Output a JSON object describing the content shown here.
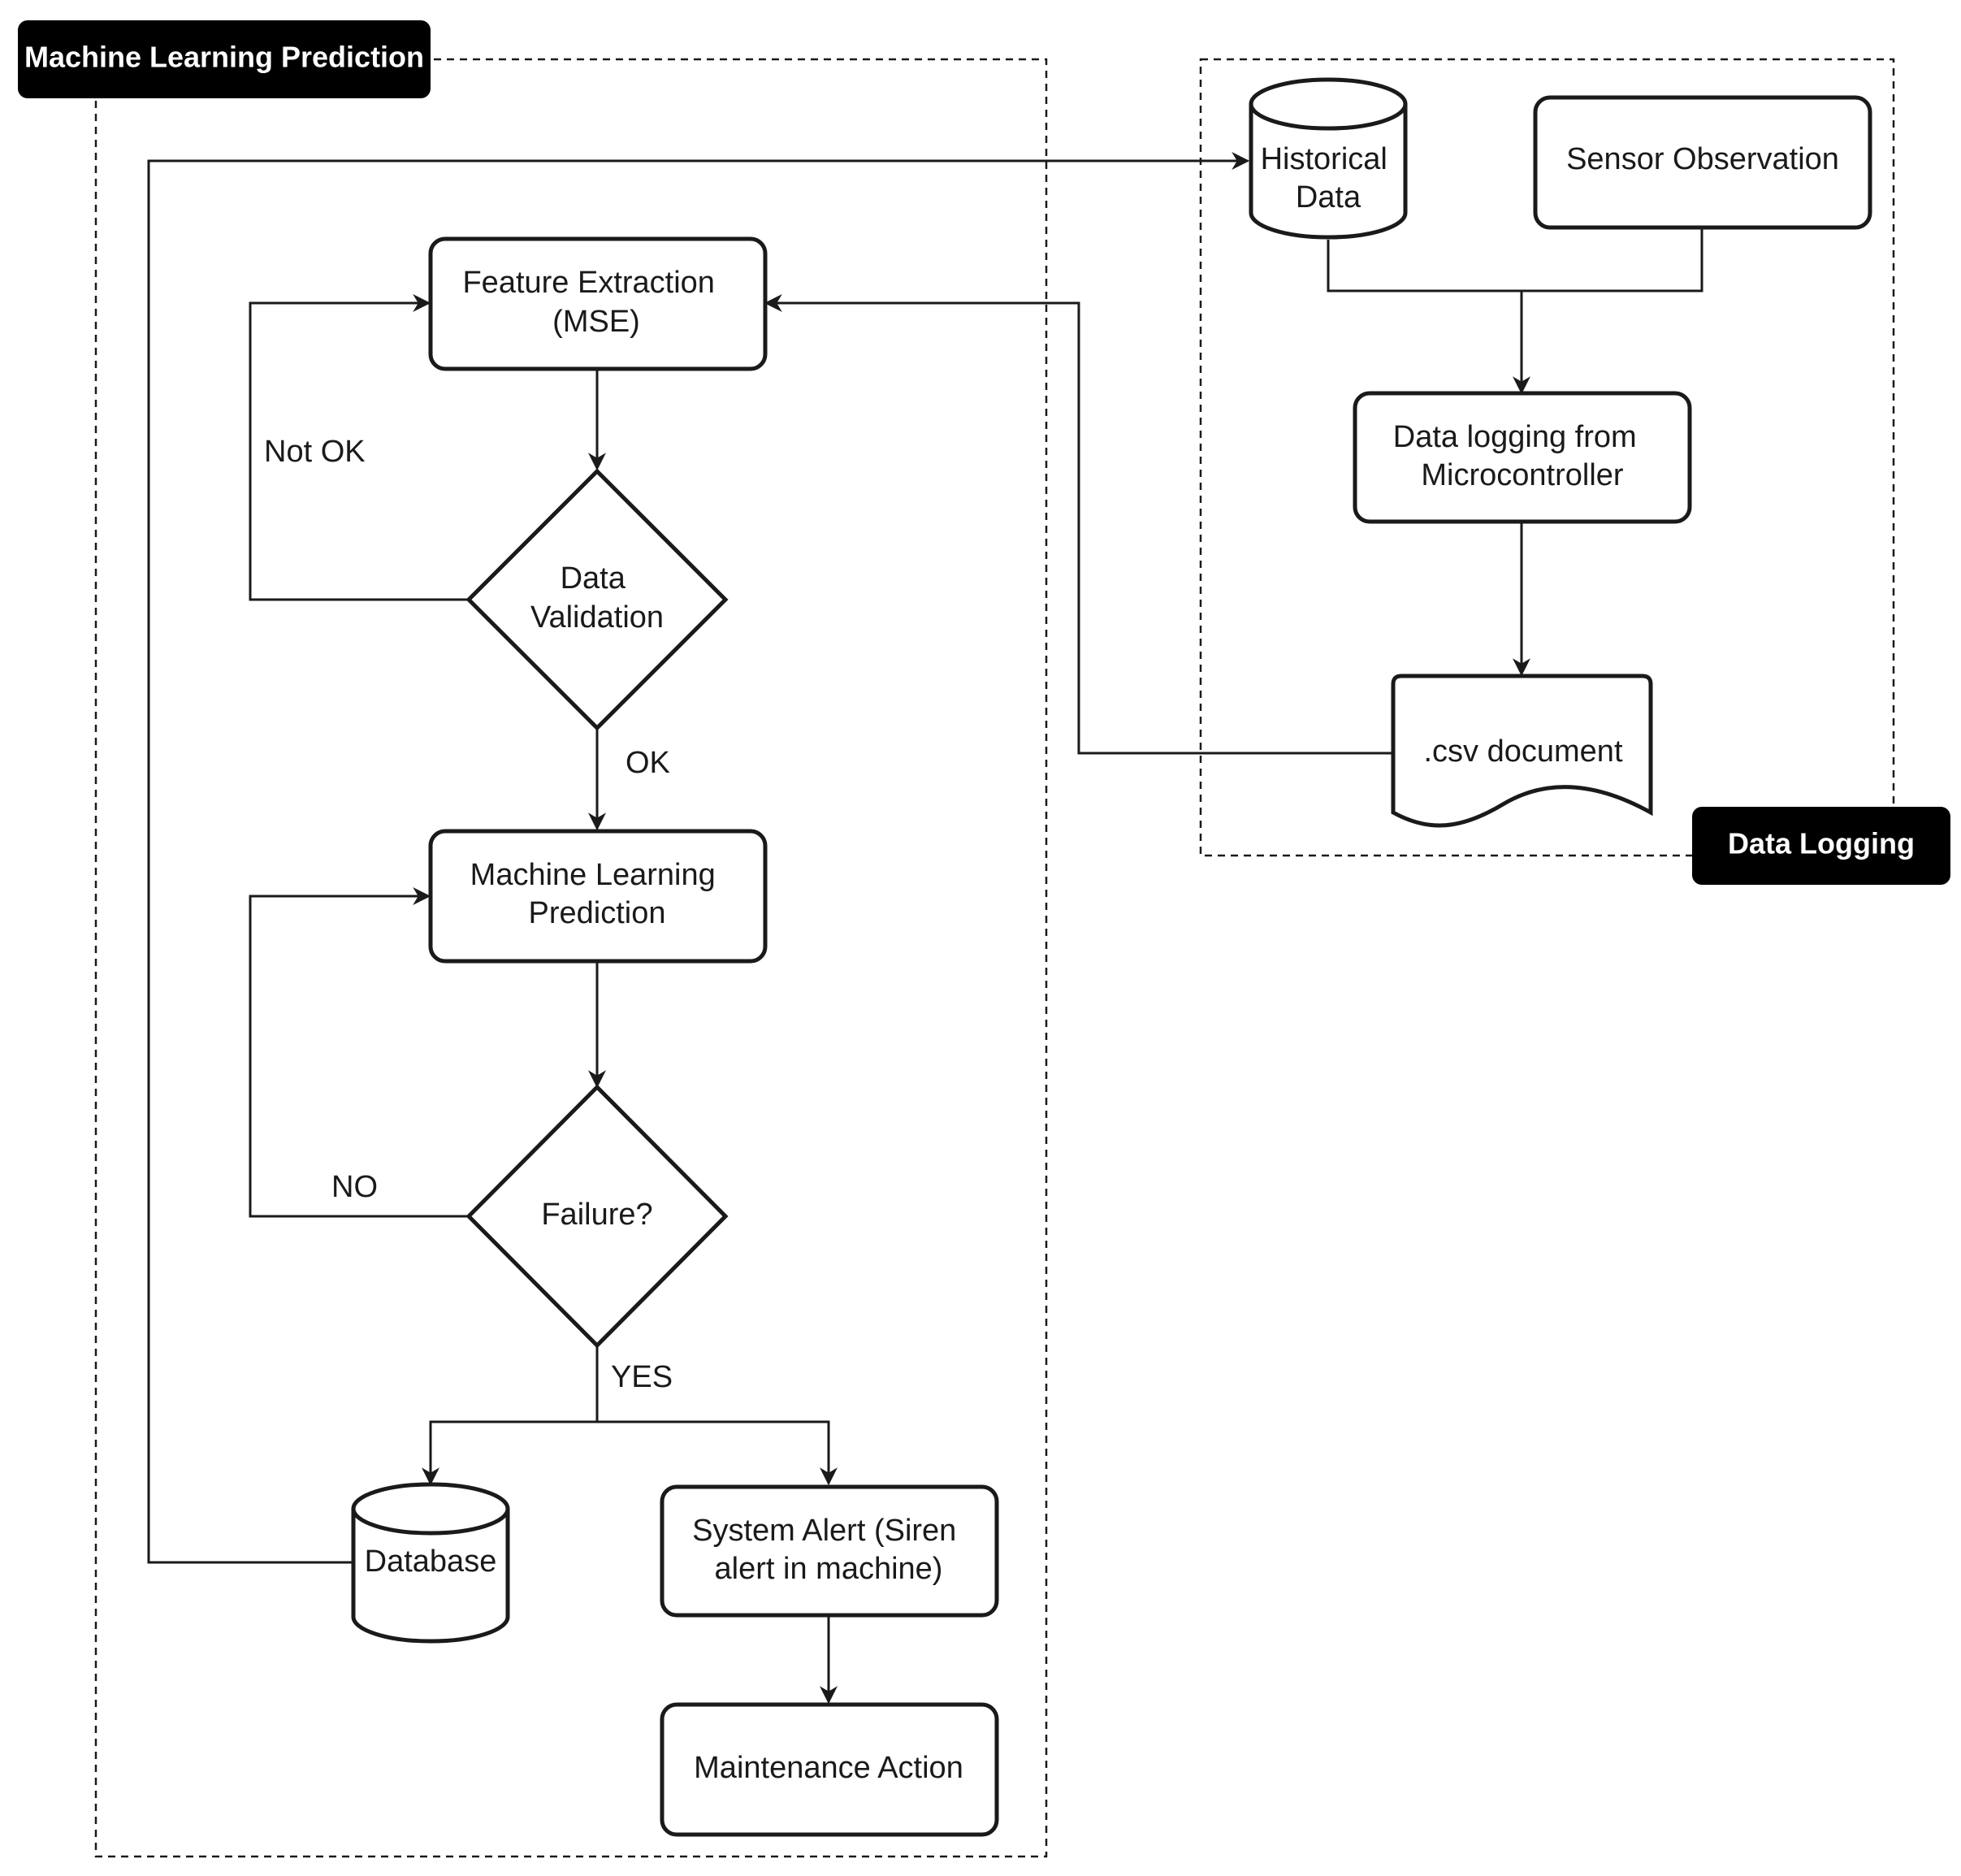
{
  "groups": {
    "ml": "Machine Learning Prediction",
    "logging": "Data Logging"
  },
  "nodes": {
    "historical_data": [
      "Historical",
      "Data"
    ],
    "sensor_observation": [
      "Sensor Observation"
    ],
    "data_logging": [
      "Data logging from",
      "Microcontroller"
    ],
    "csv_document": [
      ".csv document"
    ],
    "feature_extraction": [
      "Feature Extraction",
      "(MSE)"
    ],
    "data_validation": [
      "Data",
      "Validation"
    ],
    "ml_prediction": [
      "Machine Learning",
      "Prediction"
    ],
    "failure": [
      "Failure?"
    ],
    "database": [
      "Database"
    ],
    "system_alert": [
      "System Alert (Siren",
      "alert in machine)"
    ],
    "maintenance_action": [
      "Maintenance Action"
    ]
  },
  "edge_labels": {
    "not_ok": "Not OK",
    "ok": "OK",
    "no": "NO",
    "yes": "YES"
  }
}
